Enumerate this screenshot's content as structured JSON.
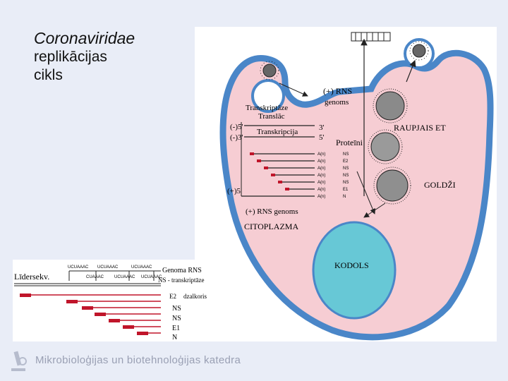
{
  "title": {
    "family": "Coronaviridae",
    "line1": "replikācijas",
    "line2": "cikls"
  },
  "cell": {
    "plus_rna_genome": "(+) RNS",
    "genome_word": "genoms",
    "transcription": "Transkriptāze",
    "translation": "Translāc",
    "minus_strand_5": "(-)5'",
    "minus_strand_3": "(-)3'",
    "transcription2": "Transkripcija",
    "three_prime": "3'",
    "five_prime": "5'",
    "proteins": "Proteīni",
    "plus_strand_5": "(+)5'",
    "plus_rna_genome_bottom": "(+) RNS genoms",
    "cytoplasm": "CITOPLAZMA",
    "rough_er": "RAUPJAIS ET",
    "golgi": "GOLDŽI",
    "nucleus": "KODOLS",
    "subgenomic_ends": [
      "A(n)",
      "A(n)",
      "A(n)",
      "A(n)",
      "A(n)",
      "A(n)",
      "A(n)"
    ],
    "protein_codes": [
      "NS",
      "E2",
      "NS",
      "NS",
      "NS",
      "E1",
      "N"
    ]
  },
  "genome_panel": {
    "leader": "Līdersekv.",
    "genome_rna": "Genoma RNS",
    "ns_transcriptase": "NS - transkriptāze",
    "e2_label": "E2",
    "releasing_factor": "dzalkoris",
    "bottom_labels": [
      "NS",
      "NS",
      "E1",
      "N"
    ],
    "top_seq_labels": [
      "UCUAAAC",
      "UCUAAAC",
      "UCUAAAC"
    ],
    "mid_seq_labels": [
      "CUAAAC",
      "UCUAAAC",
      "UCUAAAC"
    ]
  },
  "footer": {
    "department": "Mikrobioloģijas un biotehnoloģijas katedra"
  },
  "colors": {
    "background": "#e9edf7",
    "cell_membrane": "#4a86c8",
    "cytoplasm": "#f6cdd3",
    "nucleus": "#67c8d6",
    "red_bars": "#c0152a"
  }
}
